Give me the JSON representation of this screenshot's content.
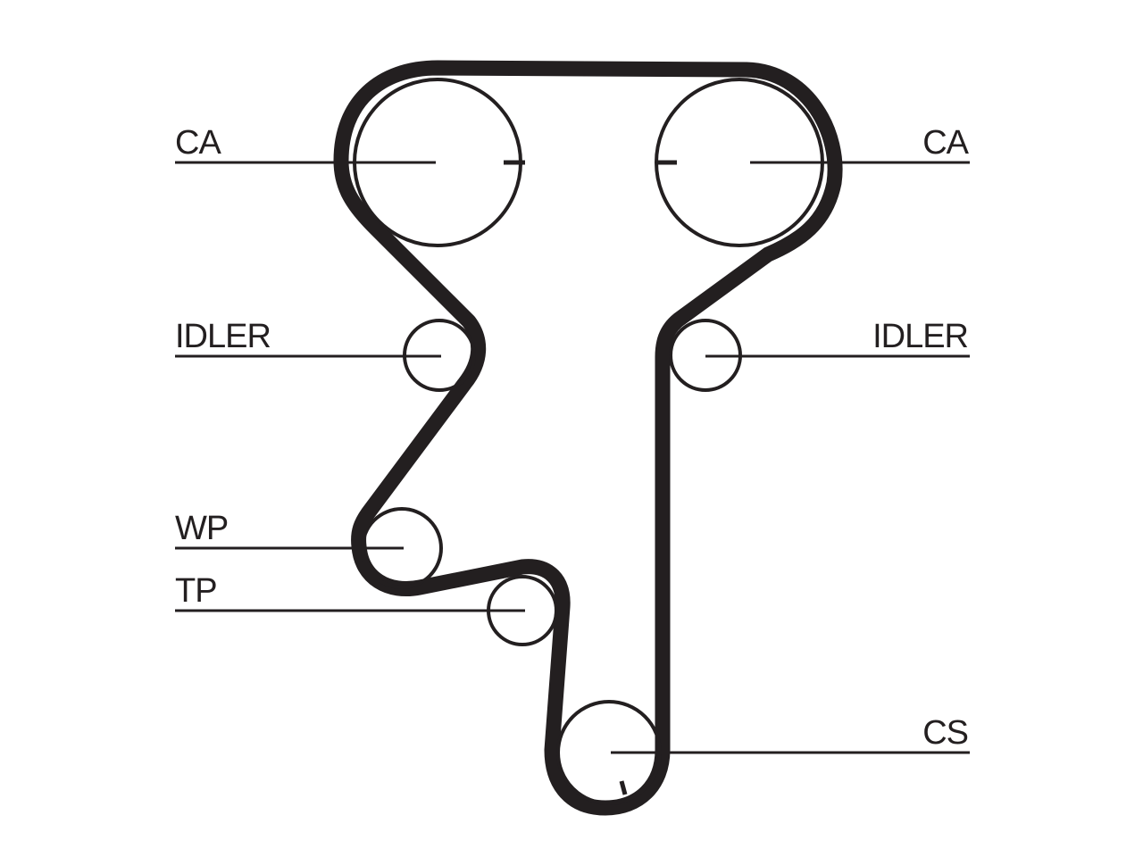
{
  "labels": {
    "cam_left": "CA",
    "cam_right": "CA",
    "idler_left": "IDLER",
    "idler_right": "IDLER",
    "water_pump": "WP",
    "tensioner": "TP",
    "crankshaft": "CS"
  },
  "colors": {
    "ink": "#231f20",
    "background": "#ffffff"
  }
}
